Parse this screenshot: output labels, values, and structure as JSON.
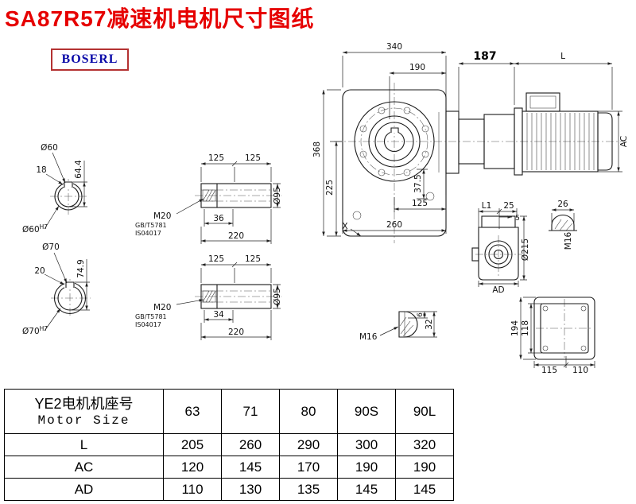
{
  "header": {
    "title": "SA87R57减速机电机尺寸图纸",
    "logo": "BOSERL"
  },
  "drawing": {
    "hub60": {
      "dia": "Ø60",
      "key_w": "18",
      "key_h": "64.4",
      "bore": "Ø60",
      "bore_tol": "H7"
    },
    "hub70": {
      "dia": "Ø70",
      "key_w": "20",
      "key_h": "74.9",
      "bore": "Ø70",
      "bore_tol": "H7"
    },
    "shaft_a": {
      "seg1": "125",
      "seg2": "125",
      "thread": "M20",
      "std1": "GB/T5781",
      "std2": "IS04017",
      "key_len": "36",
      "total_len": "220",
      "dia": "Ø95"
    },
    "shaft_b": {
      "seg1": "125",
      "seg2": "125",
      "thread": "M20",
      "std1": "GB/T5781",
      "std2": "IS04017",
      "key_len": "34",
      "total_len": "220",
      "dia": "Ø95"
    },
    "front": {
      "width": "340",
      "flange_w": "190",
      "height": "368",
      "center_h": "225",
      "foot": "37.5",
      "bottom_half": "125",
      "base_w": "260",
      "section": "X"
    },
    "motor": {
      "adapter_len": "187",
      "motor_len": "L",
      "motor_dia": "AC"
    },
    "side": {
      "l1": "L1",
      "d25": "25",
      "d5": "5",
      "dia": "Ø215",
      "ad": "AD"
    },
    "plug": {
      "w": "26",
      "thread": "M16"
    },
    "shaft_end": {
      "d6": "6",
      "d32": "32",
      "thread": "M16"
    },
    "rear": {
      "h_out": "194",
      "h_in": "118",
      "w_left": "115",
      "w_right": "110"
    }
  },
  "table": {
    "header_cn": "YE2电机机座号",
    "header_en": "Motor Size",
    "columns": [
      "63",
      "71",
      "80",
      "90S",
      "90L"
    ],
    "rows": [
      {
        "label": "L",
        "values": [
          "205",
          "260",
          "290",
          "300",
          "320"
        ]
      },
      {
        "label": "AC",
        "values": [
          "120",
          "145",
          "170",
          "190",
          "190"
        ]
      },
      {
        "label": "AD",
        "values": [
          "110",
          "130",
          "135",
          "145",
          "145"
        ]
      }
    ]
  }
}
